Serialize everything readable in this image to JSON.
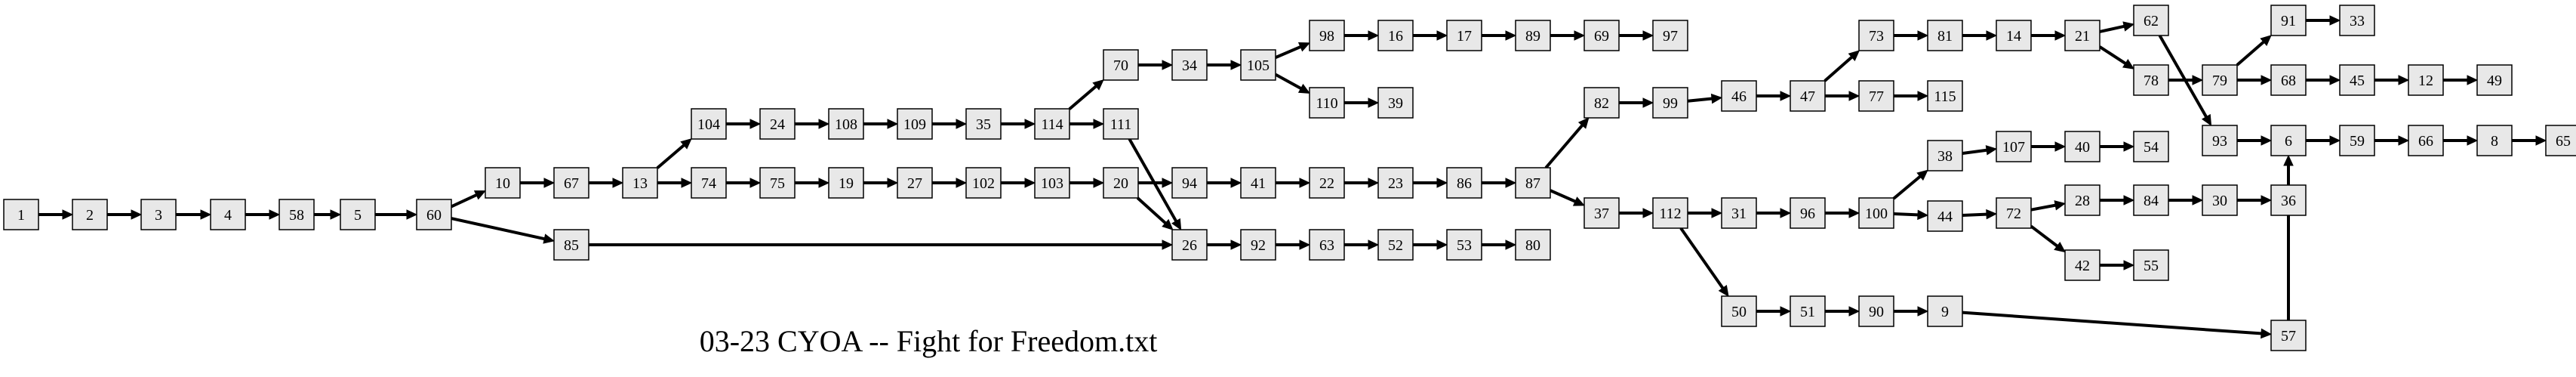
{
  "title": "03-23 CYOA -- Fight for Freedom.txt",
  "nodes": [
    "1",
    "2",
    "3",
    "4",
    "58",
    "5",
    "60",
    "10",
    "67",
    "13",
    "104",
    "24",
    "108",
    "109",
    "35",
    "114",
    "70",
    "34",
    "105",
    "98",
    "16",
    "17",
    "89",
    "69",
    "97",
    "110",
    "39",
    "111",
    "74",
    "75",
    "19",
    "27",
    "102",
    "103",
    "20",
    "94",
    "41",
    "22",
    "23",
    "86",
    "87",
    "82",
    "99",
    "46",
    "47",
    "73",
    "81",
    "14",
    "21",
    "62",
    "78",
    "79",
    "91",
    "33",
    "68",
    "45",
    "12",
    "49",
    "77",
    "115",
    "93",
    "6",
    "59",
    "66",
    "8",
    "65",
    "37",
    "112",
    "31",
    "96",
    "100",
    "38",
    "107",
    "40",
    "54",
    "44",
    "72",
    "28",
    "84",
    "30",
    "36",
    "42",
    "55",
    "50",
    "51",
    "90",
    "9",
    "57",
    "85",
    "26",
    "92",
    "63",
    "52",
    "53",
    "80"
  ],
  "edges": [
    [
      "1",
      "2"
    ],
    [
      "2",
      "3"
    ],
    [
      "3",
      "4"
    ],
    [
      "4",
      "58"
    ],
    [
      "58",
      "5"
    ],
    [
      "5",
      "60"
    ],
    [
      "60",
      "10"
    ],
    [
      "60",
      "85"
    ],
    [
      "10",
      "67"
    ],
    [
      "67",
      "13"
    ],
    [
      "13",
      "104"
    ],
    [
      "13",
      "74"
    ],
    [
      "104",
      "24"
    ],
    [
      "24",
      "108"
    ],
    [
      "108",
      "109"
    ],
    [
      "109",
      "35"
    ],
    [
      "35",
      "114"
    ],
    [
      "114",
      "70"
    ],
    [
      "114",
      "111"
    ],
    [
      "70",
      "34"
    ],
    [
      "34",
      "105"
    ],
    [
      "105",
      "98"
    ],
    [
      "105",
      "110"
    ],
    [
      "98",
      "16"
    ],
    [
      "16",
      "17"
    ],
    [
      "17",
      "89"
    ],
    [
      "89",
      "69"
    ],
    [
      "69",
      "97"
    ],
    [
      "110",
      "39"
    ],
    [
      "111",
      "26"
    ],
    [
      "74",
      "75"
    ],
    [
      "75",
      "19"
    ],
    [
      "19",
      "27"
    ],
    [
      "27",
      "102"
    ],
    [
      "102",
      "103"
    ],
    [
      "103",
      "20"
    ],
    [
      "20",
      "94"
    ],
    [
      "20",
      "26"
    ],
    [
      "94",
      "41"
    ],
    [
      "41",
      "22"
    ],
    [
      "22",
      "23"
    ],
    [
      "23",
      "86"
    ],
    [
      "86",
      "87"
    ],
    [
      "87",
      "82"
    ],
    [
      "87",
      "37"
    ],
    [
      "82",
      "99"
    ],
    [
      "99",
      "46"
    ],
    [
      "46",
      "47"
    ],
    [
      "47",
      "73"
    ],
    [
      "47",
      "77"
    ],
    [
      "73",
      "81"
    ],
    [
      "81",
      "14"
    ],
    [
      "14",
      "21"
    ],
    [
      "21",
      "62"
    ],
    [
      "21",
      "78"
    ],
    [
      "62",
      "93"
    ],
    [
      "78",
      "79"
    ],
    [
      "79",
      "91"
    ],
    [
      "79",
      "68"
    ],
    [
      "91",
      "33"
    ],
    [
      "68",
      "45"
    ],
    [
      "45",
      "12"
    ],
    [
      "12",
      "49"
    ],
    [
      "77",
      "115"
    ],
    [
      "93",
      "6"
    ],
    [
      "6",
      "59"
    ],
    [
      "59",
      "66"
    ],
    [
      "66",
      "8"
    ],
    [
      "8",
      "65"
    ],
    [
      "37",
      "112"
    ],
    [
      "112",
      "31"
    ],
    [
      "112",
      "50"
    ],
    [
      "31",
      "96"
    ],
    [
      "96",
      "100"
    ],
    [
      "100",
      "38"
    ],
    [
      "100",
      "44"
    ],
    [
      "38",
      "107"
    ],
    [
      "107",
      "40"
    ],
    [
      "40",
      "54"
    ],
    [
      "44",
      "72"
    ],
    [
      "72",
      "28"
    ],
    [
      "72",
      "42"
    ],
    [
      "28",
      "84"
    ],
    [
      "84",
      "30"
    ],
    [
      "30",
      "36"
    ],
    [
      "42",
      "55"
    ],
    [
      "50",
      "51"
    ],
    [
      "51",
      "90"
    ],
    [
      "90",
      "9"
    ],
    [
      "9",
      "57"
    ],
    [
      "57",
      "6"
    ],
    [
      "85",
      "26"
    ],
    [
      "26",
      "92"
    ],
    [
      "92",
      "63"
    ],
    [
      "63",
      "52"
    ],
    [
      "52",
      "53"
    ],
    [
      "53",
      "80"
    ]
  ]
}
